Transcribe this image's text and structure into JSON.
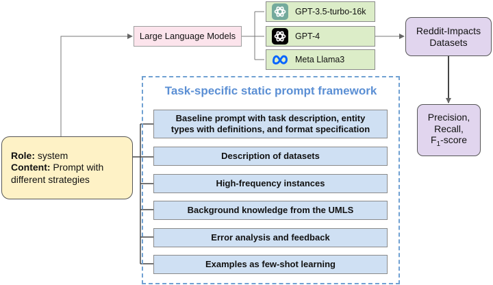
{
  "llm": {
    "label": "Large Language Models"
  },
  "models": [
    {
      "label": "GPT-3.5-turbo-16k",
      "icon": "openai-icon"
    },
    {
      "label": "GPT-4",
      "icon": "openai-icon"
    },
    {
      "label": "Meta Llama3",
      "icon": "meta-icon"
    }
  ],
  "dataset": {
    "line1": "Reddit-Impacts",
    "line2": "Datasets"
  },
  "metrics": {
    "line1": "Precision,",
    "line2": "Recall,",
    "line3_prefix": "F",
    "line3_sub": "1",
    "line3_suffix": "-score"
  },
  "role": {
    "role_label": "Role:",
    "role_value": " system",
    "content_label": "Content:",
    "content_value": " Prompt with",
    "content_value2": "different strategies"
  },
  "framework": {
    "title": "Task-specific static prompt framework",
    "items": [
      {
        "line1": "Baseline prompt with task description, entity",
        "line2": "types with definitions, and format specification"
      },
      {
        "line1": "Description of datasets"
      },
      {
        "line1": "High-frequency instances"
      },
      {
        "line1": "Background knowledge from the UMLS"
      },
      {
        "line1": "Error analysis and feedback"
      },
      {
        "line1": "Examples as few-shot learning"
      }
    ]
  },
  "colors": {
    "llm_fill": "#fce4ec",
    "model_fill": "#dcedc8",
    "purple_fill": "#e1d5ee",
    "role_fill": "#fef2c6",
    "strategy_fill": "#cfe0f3",
    "frame_border": "#6fa0d2",
    "title_color": "#5b8fd4",
    "meta_blue": "#0866ff"
  }
}
